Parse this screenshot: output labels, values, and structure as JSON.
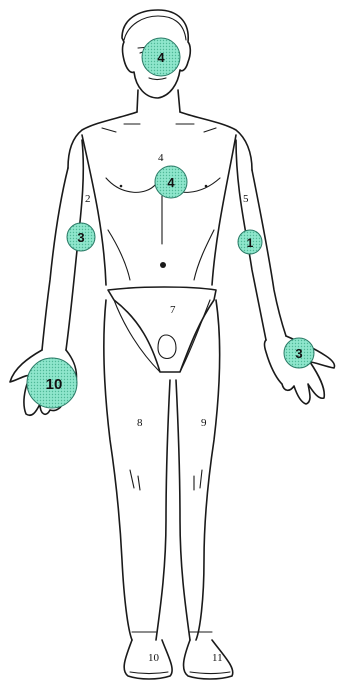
{
  "figure": {
    "region_labels": [
      {
        "id": "head-chest",
        "text": "4"
      },
      {
        "id": "right-upper-arm",
        "text": "2"
      },
      {
        "id": "left-upper-arm",
        "text": "5"
      },
      {
        "id": "abdomen-pelvis",
        "text": "7"
      },
      {
        "id": "right-thigh",
        "text": "8"
      },
      {
        "id": "left-thigh",
        "text": "9"
      },
      {
        "id": "right-foot",
        "text": "10"
      },
      {
        "id": "left-foot",
        "text": "11"
      }
    ],
    "markers": [
      {
        "id": "face",
        "text": "4"
      },
      {
        "id": "chest",
        "text": "4"
      },
      {
        "id": "right-arm",
        "text": "3"
      },
      {
        "id": "left-arm",
        "text": "1"
      },
      {
        "id": "right-hand",
        "text": "10"
      },
      {
        "id": "left-hand",
        "text": "3"
      }
    ],
    "colors": {
      "marker_fill": "#7fe0c4",
      "marker_stroke": "#2a7a66",
      "outline": "#1a1a1a"
    }
  }
}
